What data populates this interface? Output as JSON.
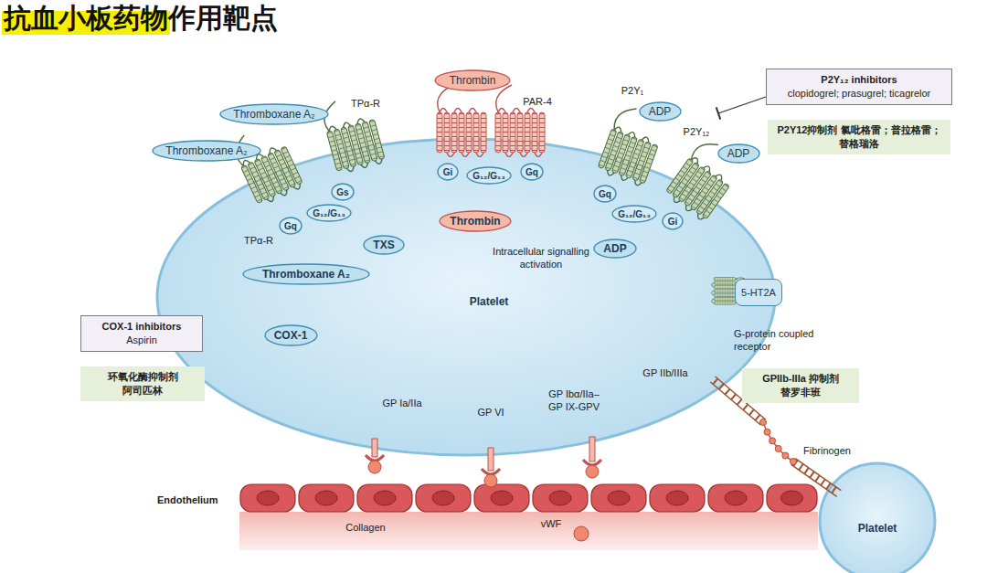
{
  "diagram": {
    "title": "抗血小板药物作用靶点",
    "nodes": [
      {
        "text": [
          "Thrombin"
        ]
      },
      {
        "text": [
          "Thromboxane A₂"
        ]
      },
      {
        "text": [
          "Thromboxane A₂"
        ]
      },
      {
        "text": [
          "ADP"
        ]
      },
      {
        "text": [
          "ADP"
        ]
      },
      {
        "text": [
          "P2Y₁₂ inhibitors",
          "clopidogrel; prasugrel; ticagrelor"
        ]
      },
      {
        "text": [
          "P2Y12抑制剂 氯吡格雷；普拉格雷；替格瑞洛"
        ]
      },
      {
        "text": [
          "Platelet"
        ]
      },
      {
        "text": [
          "Gs"
        ],
        "in": 7
      },
      {
        "text": [
          "G₁₂/G₁₃"
        ],
        "in": 7
      },
      {
        "text": [
          "Gq"
        ],
        "in": 7
      },
      {
        "text": [
          "Gi"
        ],
        "in": 7
      },
      {
        "text": [
          "G₁₂/G₁₃"
        ],
        "in": 7
      },
      {
        "text": [
          "Gq"
        ],
        "in": 7
      },
      {
        "text": [
          "Gq"
        ],
        "in": 7
      },
      {
        "text": [
          "G₁₂/G₁₃"
        ],
        "in": 7
      },
      {
        "text": [
          "Gi"
        ],
        "in": 7
      },
      {
        "text": [
          "Thrombin"
        ],
        "in": 7
      },
      {
        "text": [
          "TXS"
        ],
        "in": 7
      },
      {
        "text": [
          "ADP"
        ],
        "in": 7
      },
      {
        "text": [
          "Thromboxane A₂"
        ],
        "in": 7
      },
      {
        "text": [
          "COX-1"
        ],
        "in": 7
      },
      {
        "text": [
          "COX-1 inhibitors",
          "Aspirin"
        ]
      },
      {
        "text": [
          "环氧化酶抑制剂 阿司匹林"
        ]
      },
      {
        "text": [
          "5-HT2A"
        ]
      },
      {
        "text": [
          "GPIIb-IIIa 抑制剂 替罗非班"
        ]
      },
      {
        "text": [
          "Platelet"
        ]
      }
    ],
    "edges": [
      {
        "from": 21,
        "to": 20,
        "arrow": "to"
      },
      {
        "from": 18,
        "to": 20,
        "arrow": "none"
      },
      {
        "from": 22,
        "to": 21,
        "arrow": "to"
      },
      {
        "from": 19,
        "to": 17,
        "arrow": "to"
      },
      {
        "from": 17,
        "to": 0,
        "arrow": "to"
      },
      {
        "from": 4,
        "to": 19,
        "arrow": "to"
      }
    ],
    "labels": [
      "TPα-R",
      "TPα-R",
      "PAR-4",
      "P2Y₁",
      "P2Y₁₂",
      "Intracellular signalling activation",
      "G-protein coupled receptor",
      "GP Ia/IIa",
      "GP VI",
      "GP Ibα/IIa– GP IX-GPV",
      "GP IIb/IIIa",
      "Fibrinogen",
      "Endothelium",
      "Collagen",
      "vWF"
    ]
  }
}
